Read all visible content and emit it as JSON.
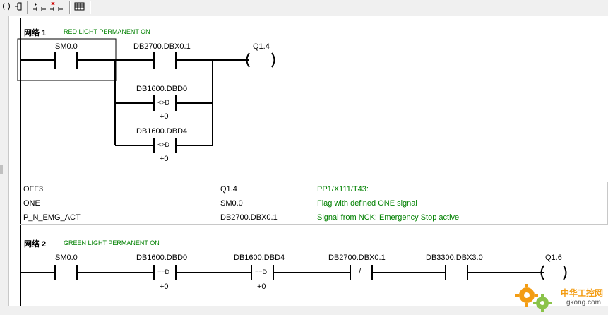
{
  "toolbar": {
    "buttons": [
      {
        "name": "open-branch-button",
        "glyph": "↩"
      },
      {
        "name": "close-branch-button",
        "glyph": "⇥"
      },
      {
        "name": "insert-contact-button",
        "glyph": "▸"
      },
      {
        "name": "delete-contact-button",
        "glyph": "✖"
      },
      {
        "name": "table-view-button",
        "glyph": "▦"
      }
    ]
  },
  "networks": [
    {
      "label": "网络 1",
      "comment": "RED LIGHT PERMANENT ON",
      "operands": {
        "sm00": "SM0.0",
        "db2700": "DB2700.DBX0.1",
        "q14": "Q1.4",
        "db1600_0": "DB1600.DBD0",
        "cmp1": "<>D",
        "cmp1_val": "+0",
        "db1600_4": "DB1600.DBD4",
        "cmp2": "<>D",
        "cmp2_val": "+0"
      }
    },
    {
      "label": "网络 2",
      "comment": "GREEN LIGHT PERMANENT ON",
      "operands": {
        "sm00": "SM0.0",
        "db1600_0": "DB1600.DBD0",
        "cmp1": "==D",
        "cmp1_val": "+0",
        "db1600_4": "DB1600.DBD4",
        "cmp2": "==D",
        "cmp2_val": "+0",
        "db2700": "DB2700.DBX0.1",
        "neg": "/",
        "db3300": "DB3300.DBX3.0",
        "q16": "Q1.6"
      }
    }
  ],
  "symbol_table": [
    [
      "OFF3",
      "Q1.4",
      "PP1/X111/T43:"
    ],
    [
      "ONE",
      "SM0.0",
      "Flag with defined ONE signal"
    ],
    [
      "P_N_EMG_ACT",
      "DB2700.DBX0.1",
      "Signal from NCK: Emergency Stop active"
    ]
  ],
  "watermark": {
    "title": "中华工控网",
    "site": "gkong.com"
  },
  "colors": {
    "comment": "#008000",
    "table_border": "#c8c8c8",
    "watermark_orange": "#f39c12",
    "watermark_green": "#8bc34a"
  }
}
